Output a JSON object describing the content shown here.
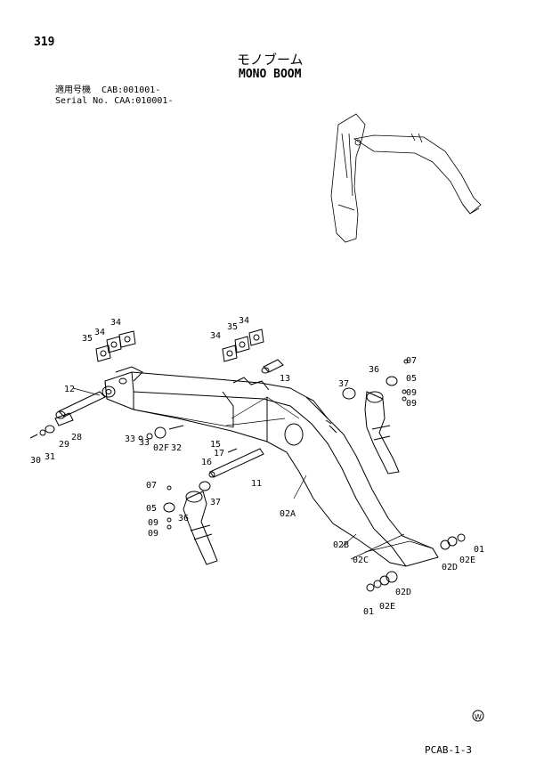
{
  "page_number": "319",
  "title_jp": "モノブーム",
  "title_en": "MONO BOOM",
  "serial": {
    "line1_label": "適用号機",
    "line1_value": "CAB:001001-",
    "line2_label": "Serial No.",
    "line2_value": "CAA:010001-"
  },
  "callouts": [
    "34",
    "35",
    "34",
    "34",
    "35",
    "34",
    "07",
    "36",
    "05",
    "09",
    "09",
    "13",
    "37",
    "12",
    "28",
    "29",
    "31",
    "30",
    "33",
    "33",
    "02F",
    "32",
    "15",
    "17",
    "16",
    "11",
    "07",
    "05",
    "09",
    "09",
    "36",
    "37",
    "02A",
    "02B",
    "02C",
    "01",
    "02E",
    "02D",
    "02D",
    "02E",
    "01"
  ],
  "mark": "W",
  "footer_code": "PCAB-1-3"
}
